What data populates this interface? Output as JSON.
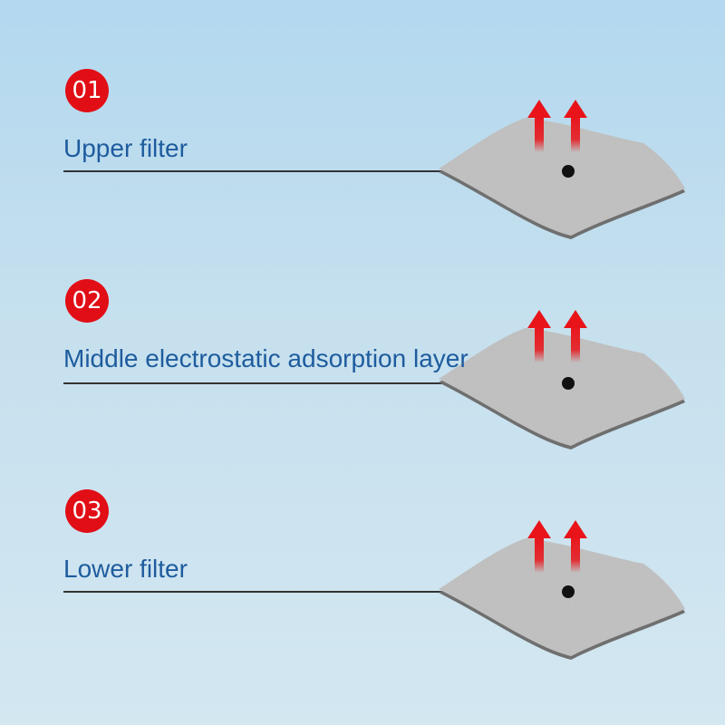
{
  "colors": {
    "background_top": "#b3d8ef",
    "background_bottom": "#d3e7f1",
    "badge": "#e10e16",
    "label_text": "#1e5c9e",
    "sheet_fill": "#b9b9b9",
    "sheet_edge": "#6f6f6f",
    "arrow": "#e8141a",
    "marker_dot": "#111111"
  },
  "layers": [
    {
      "number": "01",
      "label": "Upper filter"
    },
    {
      "number": "02",
      "label": "Middle electrostatic adsorption layer"
    },
    {
      "number": "03",
      "label": "Lower filter"
    }
  ],
  "icons": {
    "airflow": "up-arrow-icon",
    "material": "filter-sheet-icon",
    "pointer": "marker-dot-icon"
  }
}
